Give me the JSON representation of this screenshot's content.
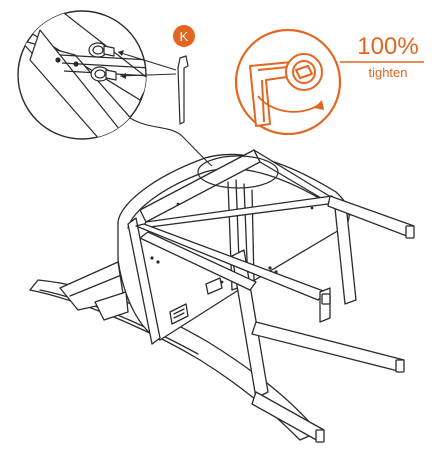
{
  "callout": {
    "part_letter": "K",
    "torque_percent": "100%",
    "instruction": "tighten"
  },
  "colors": {
    "accent": "#e2661f",
    "line": "#2b2b2b",
    "fill": "#ffffff"
  },
  "icons": {
    "part_badge": "circle-badge-icon",
    "allen_key": "allen-key-icon",
    "torque_wrench": "hex-key-tighten-icon",
    "magnifier": "detail-zoom-icon"
  }
}
